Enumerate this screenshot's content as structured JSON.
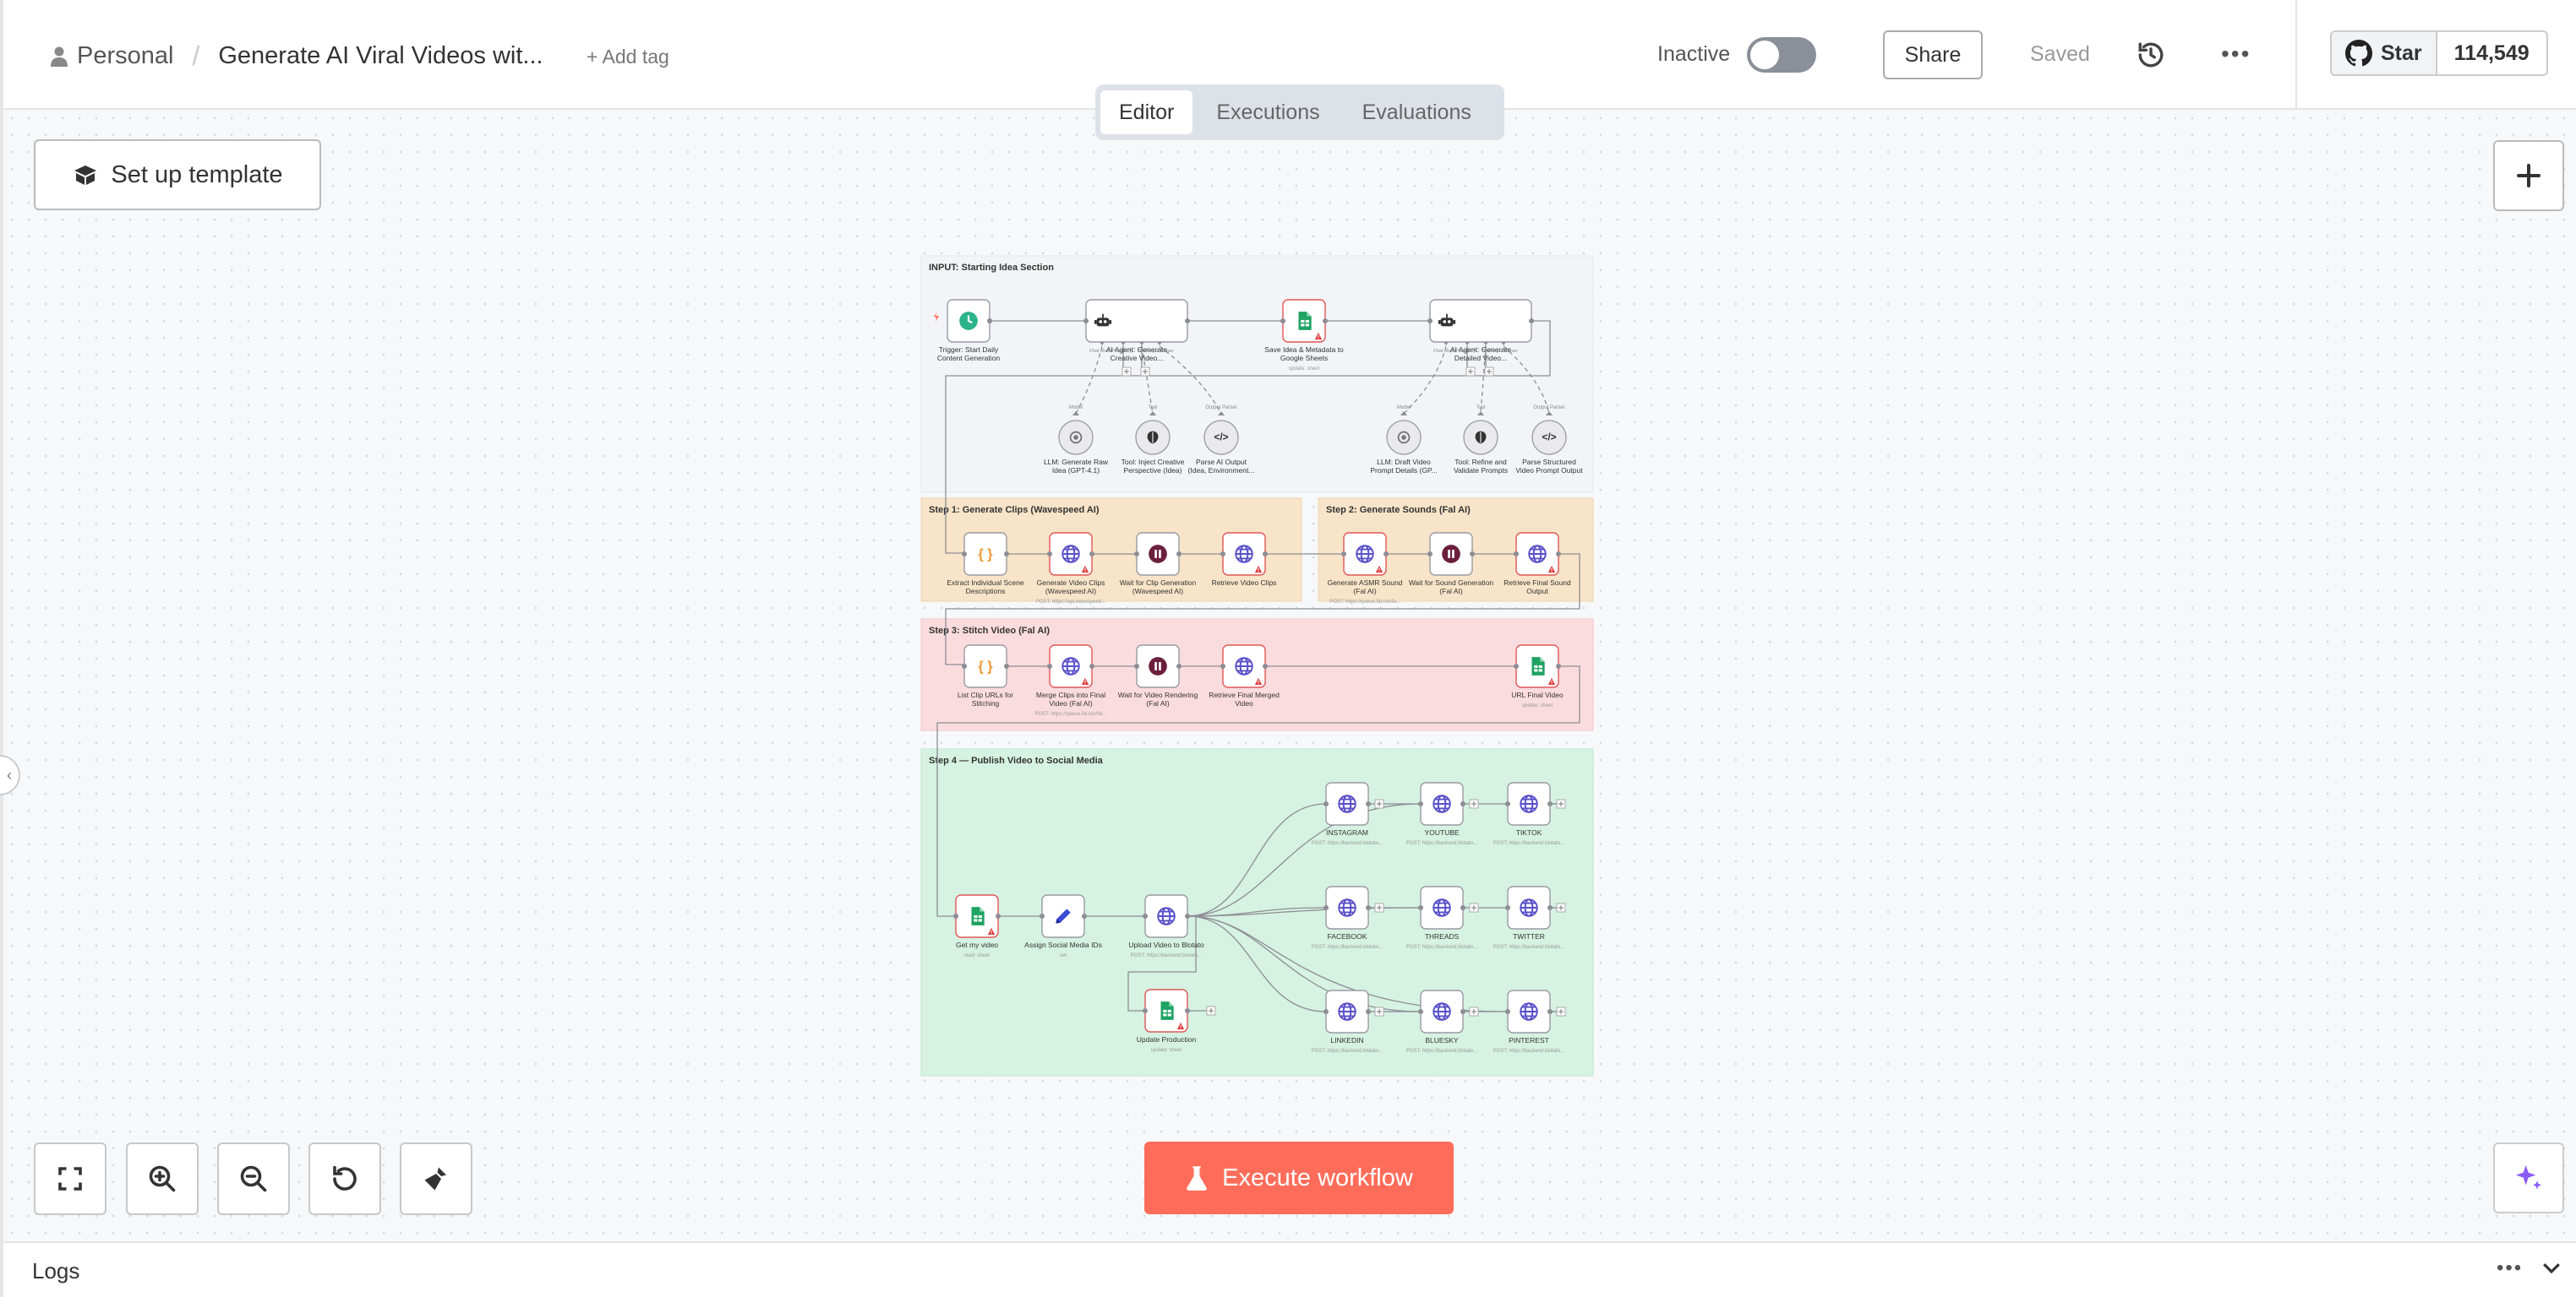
{
  "header": {
    "workspace": "Personal",
    "separator": "/",
    "workflow_title": "Generate AI Viral Videos wit...",
    "add_tag": "+ Add tag",
    "tabs": [
      {
        "label": "Editor"
      },
      {
        "label": "Executions"
      },
      {
        "label": "Evaluations"
      }
    ],
    "active_tab": "Editor",
    "status_label": "Inactive",
    "active": false,
    "share_label": "Share",
    "saved_label": "Saved",
    "github": {
      "star_label": "Star",
      "count": "114,549"
    }
  },
  "canvas": {
    "setup_label": "Set up template",
    "execute_label": "Execute workflow",
    "sections": {
      "input": "INPUT: Starting Idea Section",
      "step1": "Step 1: Generate Clips (Wavespeed AI)",
      "step2": "Step 2: Generate Sounds (Fal AI)",
      "step3": "Step 3: Stitch Video (Fal AI)",
      "step4": "Step 4 — Publish Video to Social Media"
    },
    "nodes": {
      "trigger": [
        "Trigger: Start Daily",
        "Content Generation"
      ],
      "agent1": [
        "AI Agent: Generate",
        "Creative Video..."
      ],
      "save_sheets": [
        "Save Idea & Metadata to",
        "Google Sheets"
      ],
      "save_sheets_sub": "update: sheet",
      "agent2": [
        "AI Agent: Generate",
        "Detailed Video..."
      ],
      "llm1": [
        "LLM: Generate Raw",
        "Idea (GPT-4.1)"
      ],
      "tool1": [
        "Tool: Inject Creative",
        "Perspective (Idea)"
      ],
      "parse1": [
        "Parse AI Output",
        "(Idea, Environment..."
      ],
      "llm2": [
        "LLM: Draft Video",
        "Prompt Details (GP..."
      ],
      "tool2": [
        "Tool: Refine and",
        "Validate Prompts"
      ],
      "parse2": [
        "Parse Structured",
        "Video Prompt Output"
      ],
      "agent_ports": [
        "Chat Model*",
        "Memory",
        "Tool",
        "Output Parser"
      ],
      "sub_ports": {
        "model": "Model",
        "tool": "Tool",
        "parser": "Output Parser"
      },
      "extract": [
        "Extract Individual Scene",
        "Descriptions"
      ],
      "gen_clips": [
        "Generate Video Clips",
        "(Wavespeed AI)"
      ],
      "gen_clips_sub": "POST: https://api.wavespeed...",
      "wait_clip": [
        "Wait for Clip Generation",
        "(Wavespeed AI)"
      ],
      "retrieve_clips": [
        "Retrieve Video Clips"
      ],
      "gen_asmr": [
        "Generate ASMR Sound",
        "(Fal AI)"
      ],
      "gen_asmr_sub": "POST: https://queue.fal.run/fa...",
      "wait_sound": [
        "Wait for Sound Generation",
        "(Fal AI)"
      ],
      "retrieve_sound": [
        "Retrieve Final Sound",
        "Output"
      ],
      "list_clips": [
        "List Clip URLs for",
        "Stitching"
      ],
      "merge": [
        "Merge Clips into Final",
        "Video (Fal AI)"
      ],
      "merge_sub": "POST: https://queue.fal.run/fal...",
      "wait_render": [
        "Wait for Video Rendering",
        "(Fal AI)"
      ],
      "retrieve_merged": [
        "Retrieve Final Merged",
        "Video"
      ],
      "url_final": [
        "URL Final Video"
      ],
      "url_final_sub": "update: sheet",
      "get_video": [
        "Get my video"
      ],
      "get_video_sub": "read: sheet",
      "assign_ids": [
        "Assign Social Media IDs"
      ],
      "assign_ids_sub": "set",
      "upload": [
        "Upload Video to Blotato"
      ],
      "upload_sub": "POST: https://backend.blotato...",
      "update_prod": [
        "Update Production"
      ],
      "update_prod_sub": "update: sheet",
      "social": [
        "INSTAGRAM",
        "YOUTUBE",
        "TIKTOK",
        "FACEBOOK",
        "THREADS",
        "TWITTER",
        "LINKEDIN",
        "BLUESKY",
        "PINTEREST"
      ],
      "social_sub": "POST: https://backend.blotato..."
    }
  },
  "footer": {
    "logs_label": "Logs"
  },
  "colors": {
    "accent": "#ff6d5a",
    "brand_purple": "#7c4dff",
    "step_orange": "#f8e4c8",
    "step_pink": "#fbdcde",
    "step_green": "#d6f2e2"
  }
}
